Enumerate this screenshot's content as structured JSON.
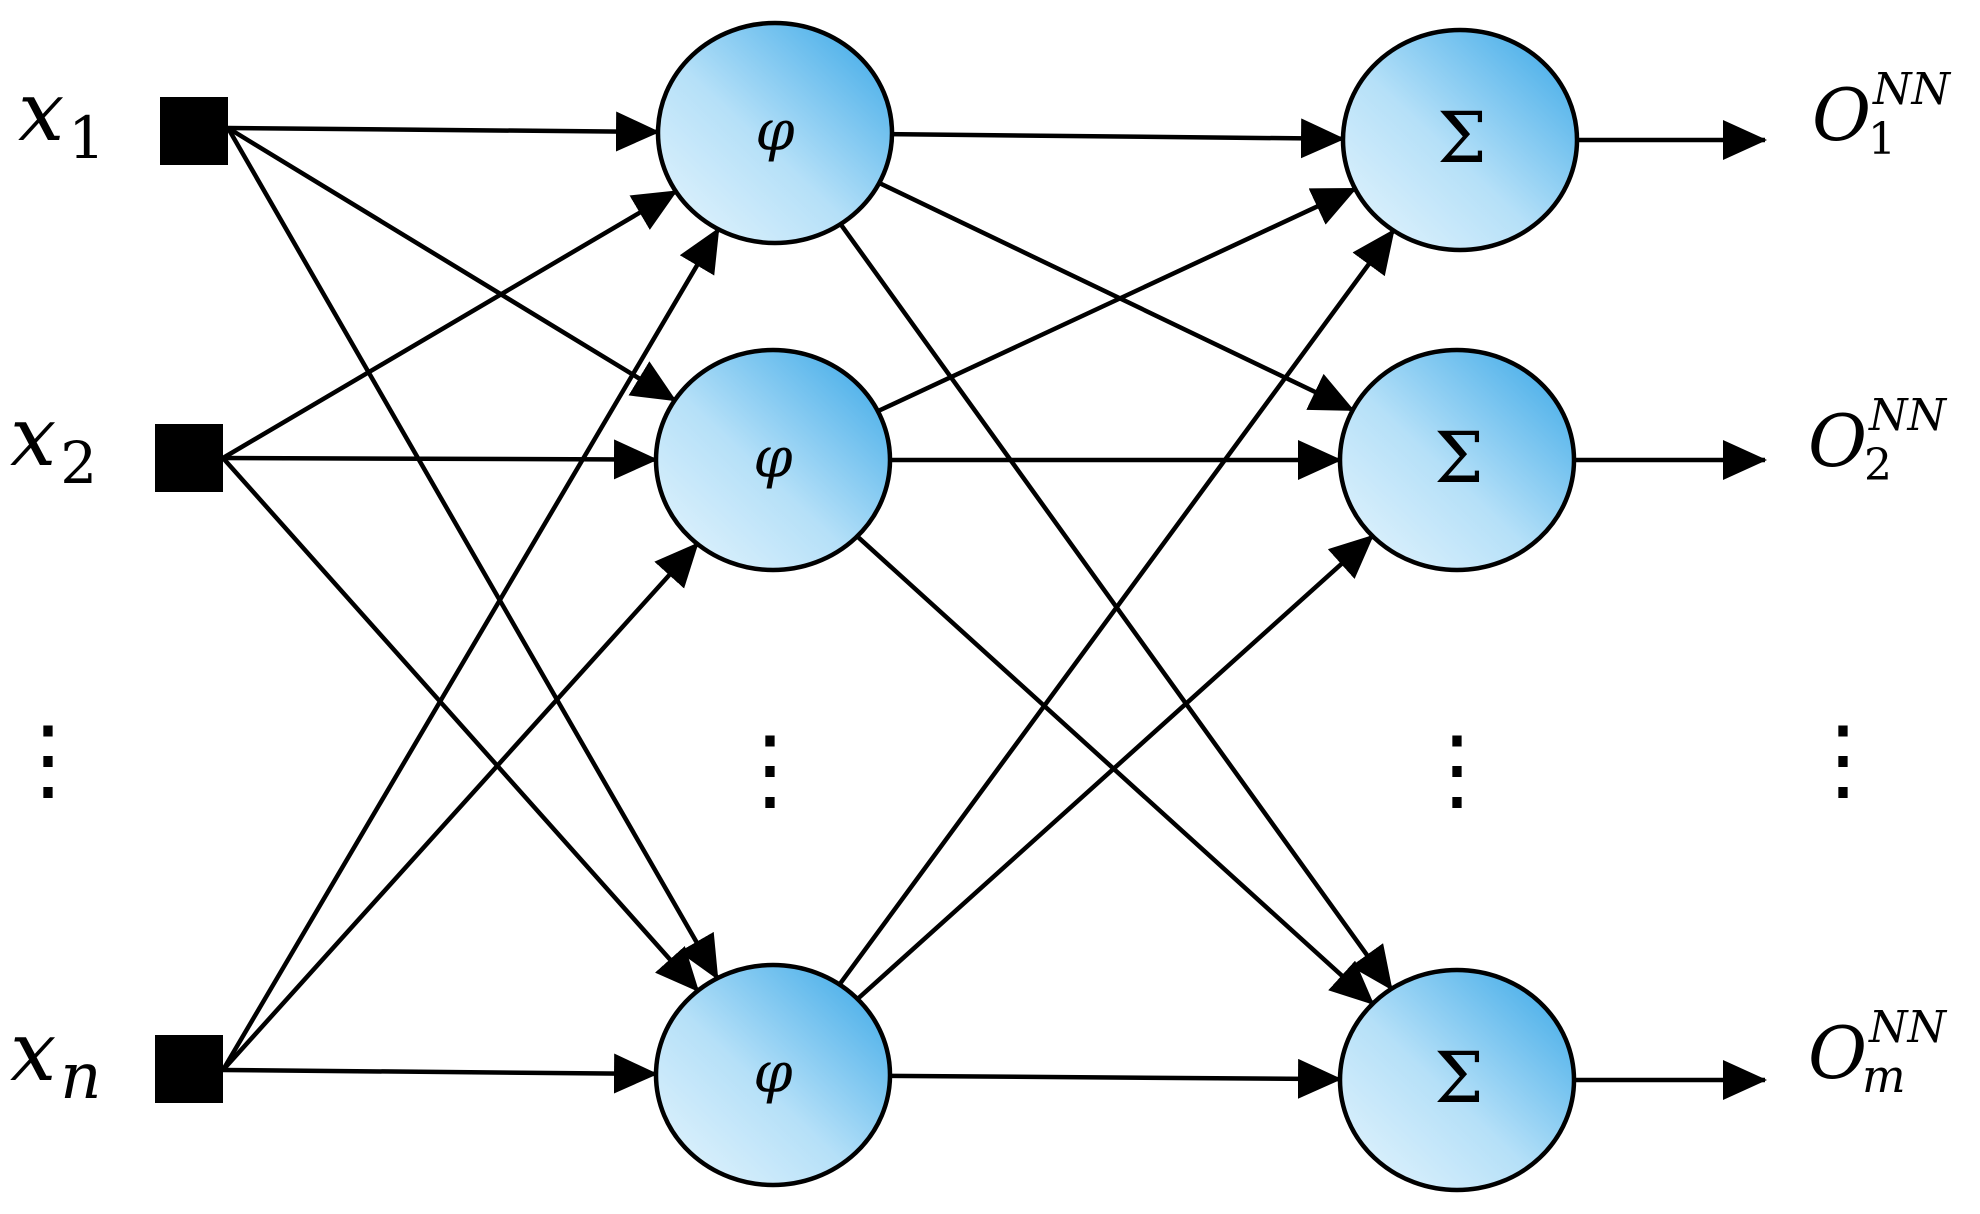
{
  "inputs": [
    {
      "var": "x",
      "sub": "1"
    },
    {
      "var": "x",
      "sub": "2"
    },
    {
      "var": "x",
      "sub": "n"
    }
  ],
  "hidden": [
    {
      "symbol": "φ"
    },
    {
      "symbol": "φ"
    },
    {
      "symbol": "φ"
    }
  ],
  "outputs_nodes": [
    {
      "symbol": "Σ"
    },
    {
      "symbol": "Σ"
    },
    {
      "symbol": "Σ"
    }
  ],
  "outputs": [
    {
      "var": "O",
      "sup": "NN",
      "sub": "1"
    },
    {
      "var": "O",
      "sup": "NN",
      "sub": "2"
    },
    {
      "var": "O",
      "sup": "NN",
      "sub": "m"
    }
  ],
  "ellipsis": "⋮",
  "colors": {
    "node_light": "#dff1fc",
    "node_dark": "#3aa9e8",
    "stroke": "#000000"
  }
}
